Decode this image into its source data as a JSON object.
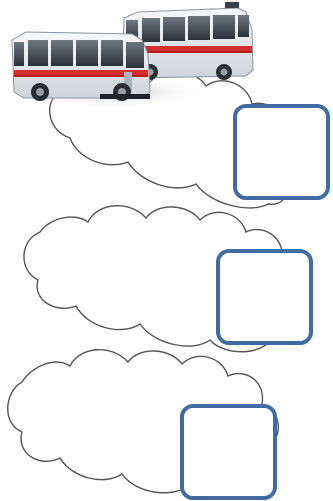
{
  "scene": {
    "icons": [
      "bus-icon",
      "bus-icon",
      "cloud-icon",
      "cloud-icon",
      "cloud-icon"
    ],
    "colors": {
      "box_border": "#416ca3",
      "cloud_outline": "#555555",
      "bus_body": "#e9ecef",
      "bus_stripe": "#d32f2f",
      "bus_window": "#3a4149"
    }
  },
  "answer_boxes": [
    {
      "id": "box-1",
      "value": ""
    },
    {
      "id": "box-2",
      "value": ""
    },
    {
      "id": "box-3",
      "value": ""
    }
  ]
}
